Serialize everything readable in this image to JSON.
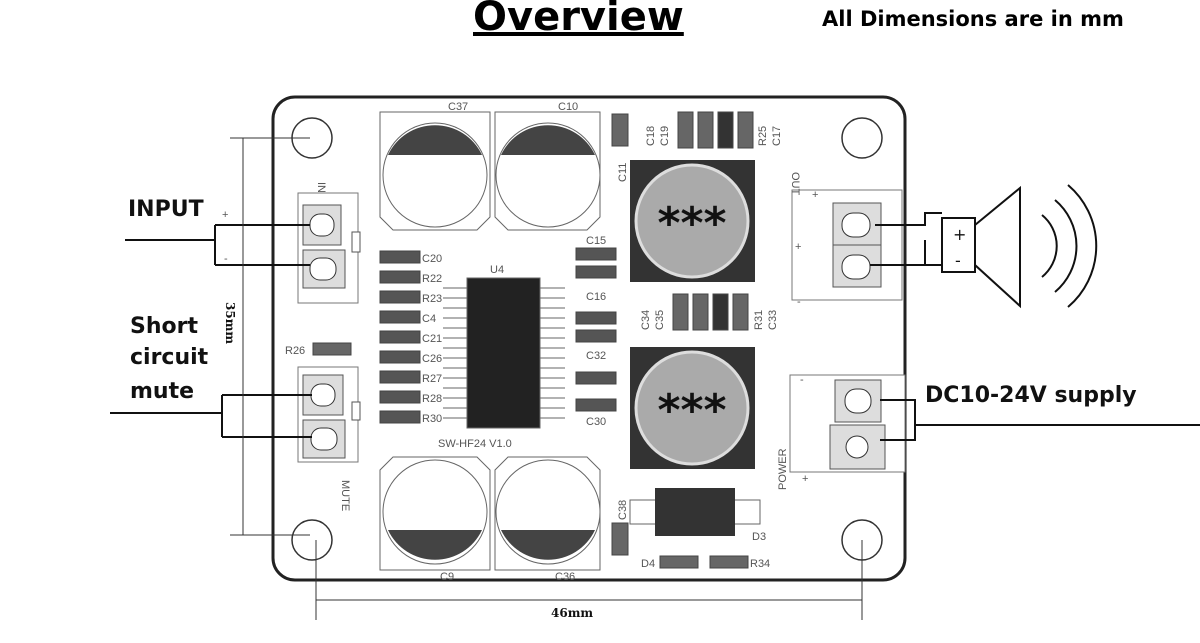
{
  "header": {
    "title": "Overview",
    "dimensions_note": "All Dimensions are in mm"
  },
  "callouts": {
    "input": "INPUT",
    "mute_line1": "Short",
    "mute_line2": "circuit",
    "mute_line3": "mute",
    "supply": "DC10-24V supply"
  },
  "dimensions": {
    "height": "35mm",
    "width": "46mm"
  },
  "board": {
    "name": "SW-HF24 V1.0",
    "chip": "U4",
    "inductor_mark": "***",
    "caps": [
      "C37",
      "C10",
      "C9",
      "C36"
    ],
    "left_parts": [
      "C20",
      "R22",
      "R23",
      "C4",
      "C21",
      "C26",
      "R27",
      "R28",
      "R30"
    ],
    "right_parts": [
      "C15",
      "C16",
      "C32",
      "C30"
    ],
    "top_parts": [
      "C18",
      "C19",
      "R25",
      "C17",
      "C11"
    ],
    "mid_parts": [
      "C34",
      "C35",
      "R31",
      "C33"
    ],
    "bottom_parts": [
      "C38",
      "D3",
      "D4",
      "R34"
    ],
    "connectors": {
      "in": "IN",
      "mute": "MUTE",
      "out": "OUT",
      "power": "POWER"
    },
    "plus": "+",
    "minus": "-"
  }
}
